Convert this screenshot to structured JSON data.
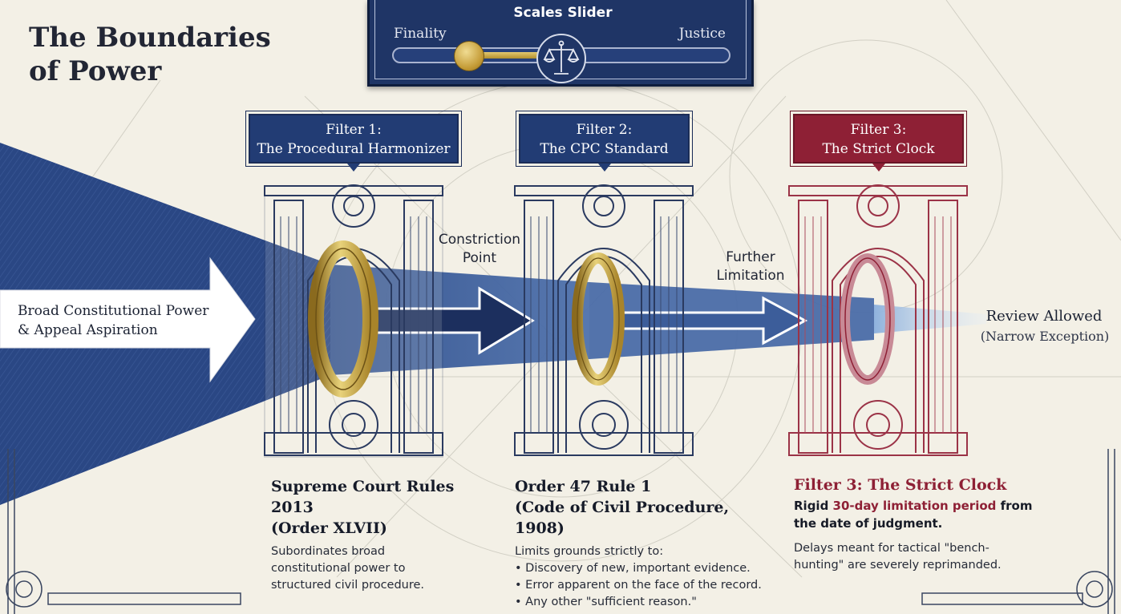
{
  "title": {
    "line1": "The Boundaries",
    "line2": "of Power"
  },
  "slider": {
    "label": "Scales Slider",
    "left_label": "Finality",
    "right_label": "Justice",
    "value": 0.2,
    "icon": "scales-of-justice-icon"
  },
  "filters": [
    {
      "line1": "Filter 1:",
      "line2": "The Procedural Harmonizer",
      "color": "#223c74"
    },
    {
      "line1": "Filter 2:",
      "line2": "The CPC Standard",
      "color": "#223c74"
    },
    {
      "line1": "Filter 3:",
      "line2": "The Strict Clock",
      "color": "#8e2035"
    }
  ],
  "flow": {
    "source_line1": "Broad Constitutional Power",
    "source_line2": "& Appeal Aspiration",
    "constriction_line1": "Constriction",
    "constriction_line2": "Point",
    "further_line1": "Further",
    "further_line2": "Limitation",
    "outcome_title": "Review Allowed",
    "outcome_sub": "(Narrow Exception)"
  },
  "sections": {
    "s1": {
      "title_line1": "Supreme Court Rules 2013",
      "title_line2": "(Order XLVII)",
      "body_line1": "Subordinates broad",
      "body_line2": "constitutional power to",
      "body_line3": "structured civil procedure."
    },
    "s2": {
      "title_line1": "Order 47 Rule 1",
      "title_line2": "(Code of Civil Procedure, 1908)",
      "intro": "Limits grounds strictly to:",
      "bullets": [
        "Discovery of new, important evidence.",
        "Error apparent on the face of the record.",
        "Any other \"sufficient reason.\""
      ]
    },
    "s3": {
      "title": "Filter 3: The Strict Clock",
      "rule_pre": "Rigid ",
      "rule_highlight": "30-day limitation period",
      "rule_post": " from",
      "rule_line2": "the date of judgment.",
      "note_line1": "Delays meant for tactical \"bench-",
      "note_line2": "hunting\" are severely reprimanded."
    }
  },
  "colors": {
    "navy": "#223c74",
    "crimson": "#8e2035",
    "gold": "#c9a640",
    "paper": "#f3f0e6"
  }
}
